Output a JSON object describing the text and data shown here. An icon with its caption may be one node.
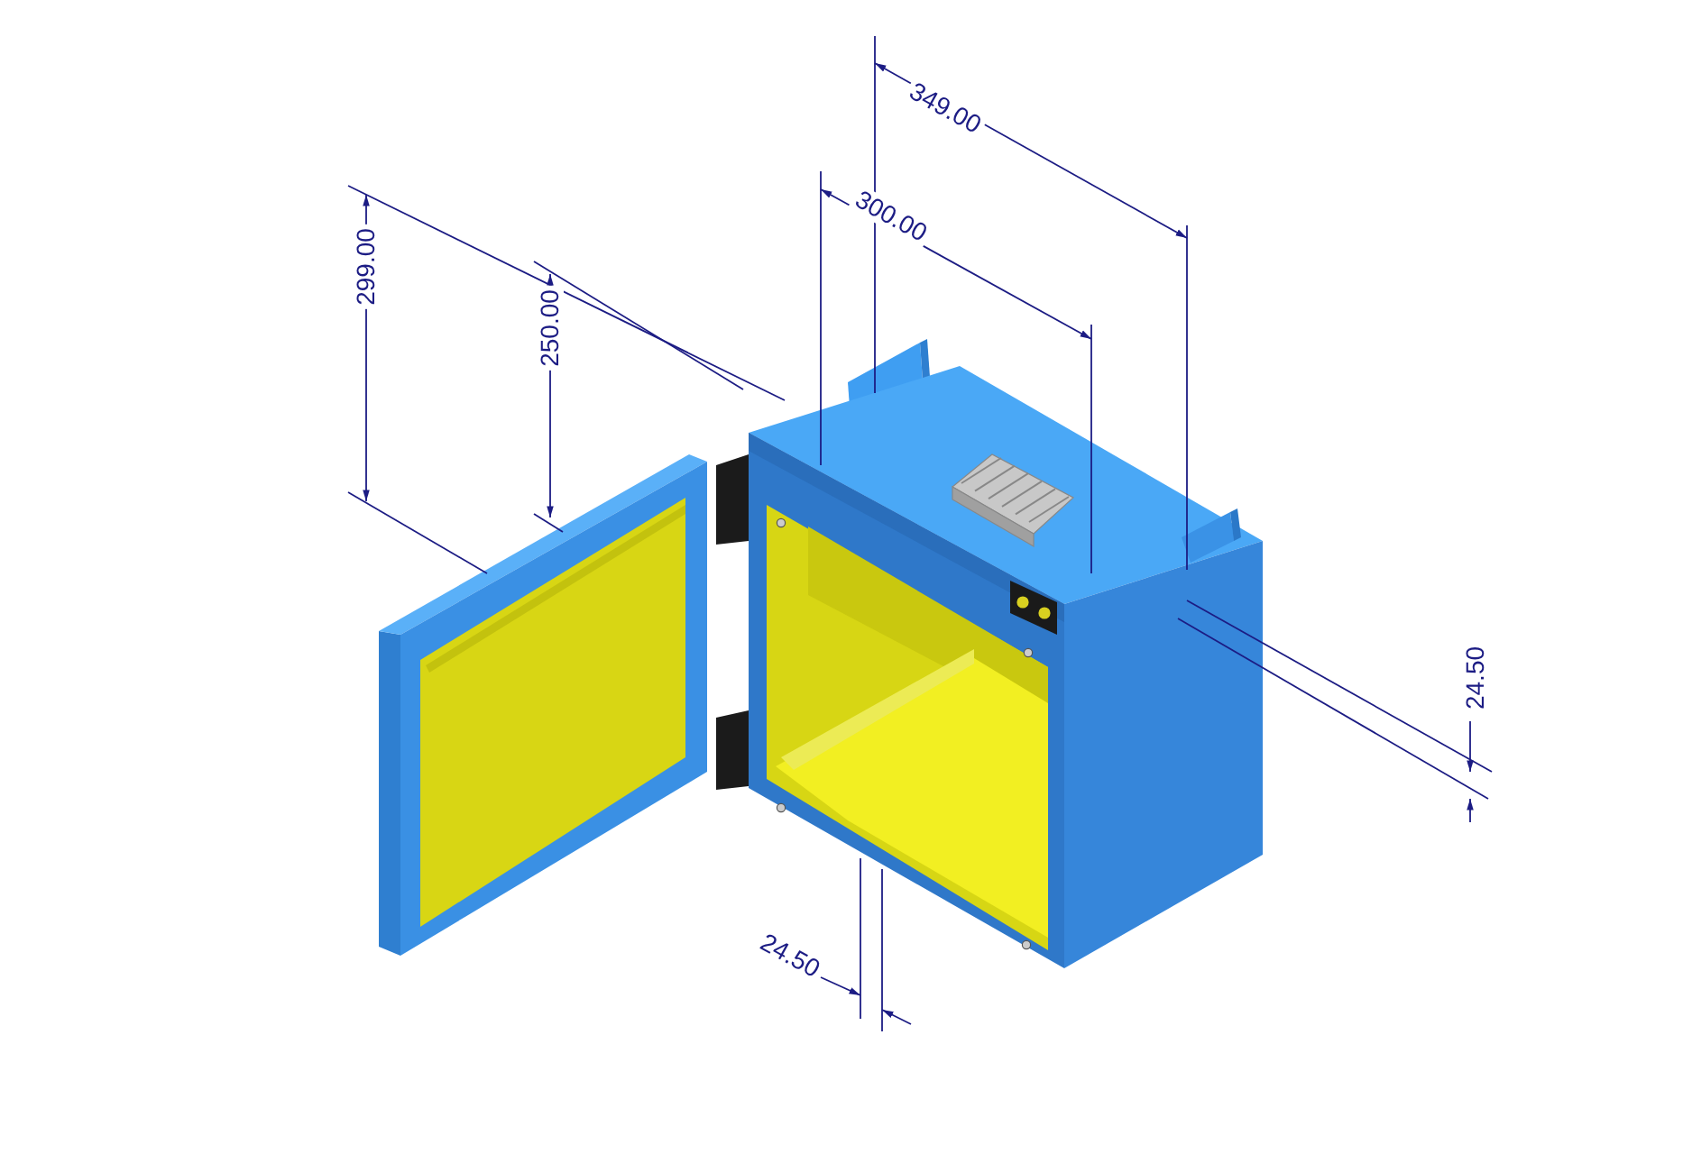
{
  "diagram": {
    "labels": [
      "349.00",
      "300.00",
      "299.00",
      "250.00",
      "24.50",
      "24.50"
    ]
  }
}
